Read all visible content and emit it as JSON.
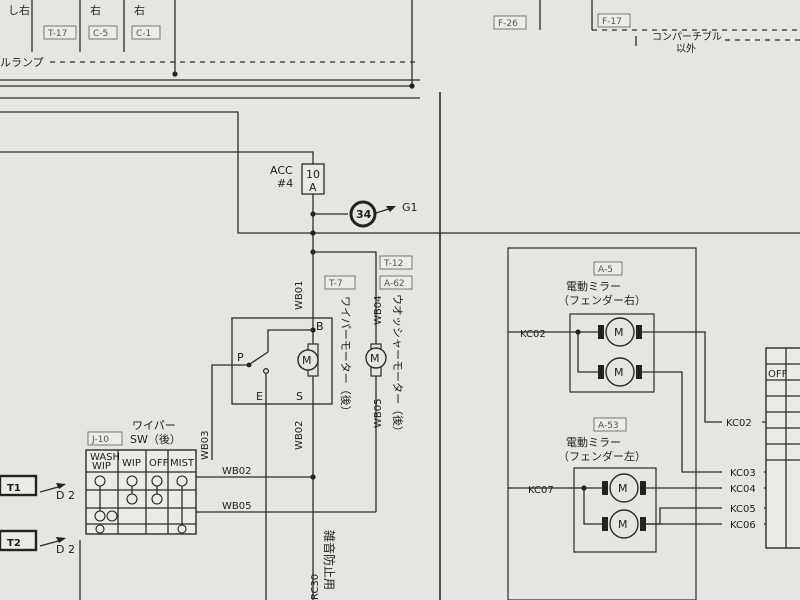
{
  "top": {
    "frag1": "し右",
    "frag2": "右",
    "frag3": "右",
    "conn1": "T-17",
    "conn2": "C-5",
    "conn3": "C-1",
    "lamp_fragment": "ルランプ",
    "conn_f26": "F-26",
    "conn_f17": "F-17",
    "compatible_note_1": "コンパーチブル",
    "compatible_note_2": "以外"
  },
  "fuse": {
    "name": "ACC",
    "number": "#4",
    "rating_top": "10",
    "rating_bottom": "A"
  },
  "ground": {
    "number": "34",
    "label": "G1"
  },
  "connectors": {
    "t12": "T-12",
    "t7": "T-7",
    "a62": "A-62",
    "j10": "J-10",
    "a5": "A-5",
    "a53": "A-53"
  },
  "wires": {
    "wb01": "WB01",
    "wb04": "WB04",
    "wb02_vertical": "WB02",
    "wb05_vertical": "WB05",
    "wb03": "WB03",
    "wb02": "WB02",
    "wb05": "WB05",
    "rc30": "RC30",
    "kc02_left": "KC02",
    "kc07": "KC07",
    "kc02_right": "KC02",
    "kc03": "KC03",
    "kc04": "KC04",
    "kc05": "KC05",
    "kc06": "KC06"
  },
  "wiper_motor": {
    "label": "ワイパーモーター（後）",
    "terminal_b": "B",
    "terminal_p": "P",
    "terminal_e": "E",
    "terminal_s": "S",
    "motor_symbol": "M"
  },
  "washer_motor": {
    "label": "ウオッシャーモーター（後）",
    "motor_symbol": "M"
  },
  "wiper_switch": {
    "title_1": "ワイパー",
    "title_2": "SW（後）",
    "col_1a": "WASH",
    "col_1b": "WIP",
    "col_2": "WIP",
    "col_3": "OFF",
    "col_4": "MIST"
  },
  "terminals": {
    "t1": "T1",
    "t1_ref": "D 2",
    "t2": "T2",
    "t2_ref": "D 2"
  },
  "noise_label": "雑音防止用",
  "mirror_right": {
    "title": "電動ミラー",
    "subtitle": "（フェンダー右）",
    "motor_symbol": "M"
  },
  "mirror_left": {
    "title": "電動ミラー",
    "subtitle": "（フェンダー左）",
    "motor_symbol": "M"
  },
  "far_right": {
    "off_label": "OFF"
  }
}
